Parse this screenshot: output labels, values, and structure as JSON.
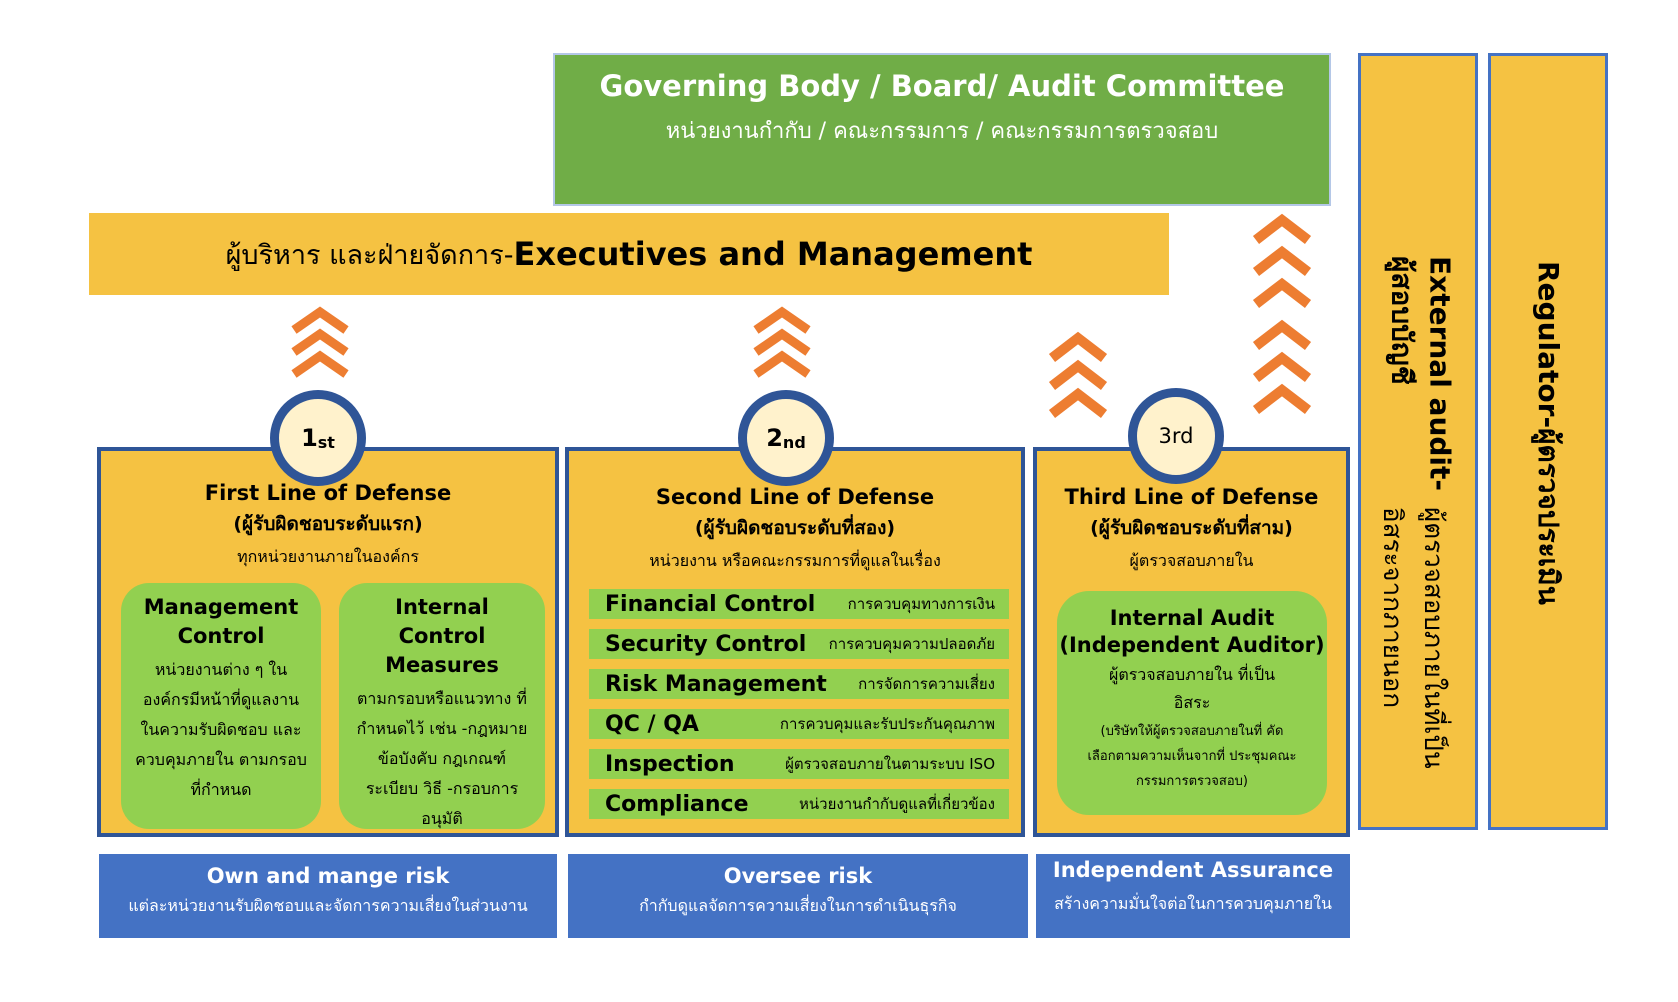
{
  "governing": {
    "title": "Governing Body / Board/ Audit Committee",
    "subtitle": "หน่วยงานกำกับ / คณะกรรมการ / คณะกรรมการตรวจสอบ"
  },
  "executives": {
    "thai": "ผู้บริหาร และฝ่ายจัดการ-",
    "english": "Executives and Management"
  },
  "external_audit": {
    "title": "External audit-ผู้สอบบัญชี",
    "subtitle": "ผู้ตรวจสอบภายในที่เป็นอิสระจากภายนอก"
  },
  "regulator": {
    "title": "Regulator-ผู้ตรวจประเมิน"
  },
  "colors": {
    "green": "#70ad47",
    "yellow": "#f5c242",
    "blue": "#4472c4",
    "dark_blue": "#2f5597",
    "light_green": "#92d050",
    "orange": "#ed7d31"
  },
  "lines": [
    {
      "badge_num": "1",
      "badge_suffix": "st",
      "title": "First Line of Defense",
      "subtitle": "(ผู้รับผิดชอบระดับแรก)",
      "description": "ทุกหน่วยงานภายในองค์กร",
      "boxes": [
        {
          "title": "Management Control",
          "text": "หน่วยงานต่าง ๆ ใน องค์กรมีหน้าที่ดูแลงาน ในความรับผิดชอบ และควบคุมภายใน ตามกรอบที่กำหนด"
        },
        {
          "title": "Internal Control Measures",
          "text": "ตามกรอบหรือแนวทาง ที่กำหนดไว้ เช่น -กฎหมาย ข้อบังคับ กฎเกณฑ์ ระเบียบ วิธี -กรอบการอนุมัติ"
        }
      ],
      "footer_title": "Own and mange risk",
      "footer_text": "แต่ละหน่วยงานรับผิดชอบและจัดการความเสี่ยงในส่วนงาน"
    },
    {
      "badge_num": "2",
      "badge_suffix": "nd",
      "title": "Second Line of Defense",
      "subtitle": "(ผู้รับผิดชอบระดับที่สอง)",
      "description": "หน่วยงาน หรือคณะกรรมการที่ดูแลในเรื่อง",
      "rows": [
        {
          "label": "Financial Control",
          "text": "การควบคุมทางการเงิน"
        },
        {
          "label": "Security Control",
          "text": "การควบคุมความปลอดภัย"
        },
        {
          "label": "Risk Management",
          "text": "การจัดการความเสี่ยง"
        },
        {
          "label": "QC / QA",
          "text": "การควบคุมและรับประกันคุณภาพ"
        },
        {
          "label": "Inspection",
          "text": "ผู้ตรวจสอบภายในตามระบบ ISO"
        },
        {
          "label": "Compliance",
          "text": "หน่วยงานกำกับดูแลที่เกี่ยวข้อง"
        }
      ],
      "footer_title": "Oversee risk",
      "footer_text": "กำกับดูแลจัดการความเสี่ยงในการดำเนินธุรกิจ"
    },
    {
      "badge_num": "3rd",
      "badge_suffix": "",
      "title": "Third Line of Defense",
      "subtitle": "(ผู้รับผิดชอบระดับที่สาม)",
      "description": "ผู้ตรวจสอบภายใน",
      "box": {
        "title1": "Internal Audit",
        "title2": "(Independent Auditor)",
        "text": "ผู้ตรวจสอบภายใน ที่เป็นอิสระ",
        "note": "(บริษัทให้ผู้ตรวจสอบภายในที่ คัดเลือกตามความเห็นจากที่ ประชุมคณะกรรมการตรวจสอบ)"
      },
      "footer_title": "Independent Assurance",
      "footer_text": "สร้างความมั่นใจต่อในการควบคุมภายใน"
    }
  ]
}
